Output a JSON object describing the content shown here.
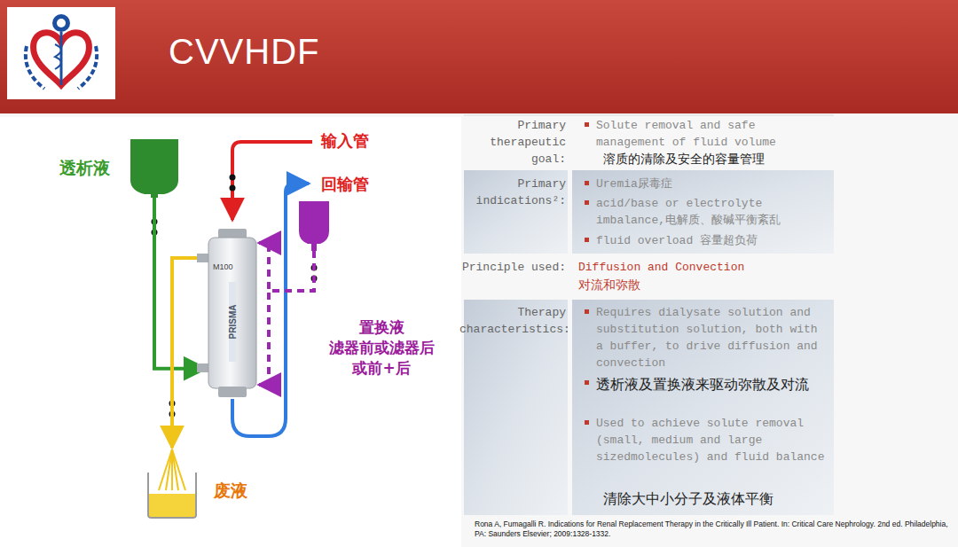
{
  "diagram": {
    "title": "CVVHDF",
    "nodes": [
      {
        "text": [
          "透析液"
        ]
      },
      {
        "text": [
          "M100",
          "PRISMA"
        ]
      },
      {
        "text": [
          "置换液 滤器前或滤器后 或前+后"
        ]
      },
      {
        "text": [
          "废液"
        ]
      }
    ],
    "edges": [
      {
        "from": 0,
        "to": 1,
        "arrow": "to"
      },
      {
        "from": 1,
        "to": 3,
        "arrow": "to"
      },
      {
        "from": 2,
        "to": 1,
        "arrow": "to"
      },
      {
        "from": 2,
        "to": 1,
        "arrow": "to"
      }
    ],
    "labels": [
      "输入管",
      "回输管",
      "Primary therapeutic goal:",
      "Solute removal and safe management of fluid volume",
      "溶质的清除及安全的容量管理",
      "Primary indications²:",
      "Uremia尿毒症",
      "acid/base or electrolyte imbalance,电解质、酸碱平衡紊乱",
      "fluid overload 容量超负荷",
      "Principle used:",
      "Diffusion and Convection",
      "对流和弥散",
      "Therapy characteristics:",
      "Requires dialysate solution and substitution solution, both with a buffer, to drive diffusion and convection",
      "透析液及置换液来驱动弥散及对流",
      "Used to achieve solute removal (small, medium and large sizedmolecules) and fluid balance",
      "清除大中小分子及液体平衡",
      "Rona A, Fumagalli R. Indications for Renal Replacement Therapy in the Critically Ill Patient. In: Critical Care Nephrology. 2nd ed. Philadelphia, PA: Saunders Elsevier; 2009:1328-1332."
    ]
  }
}
